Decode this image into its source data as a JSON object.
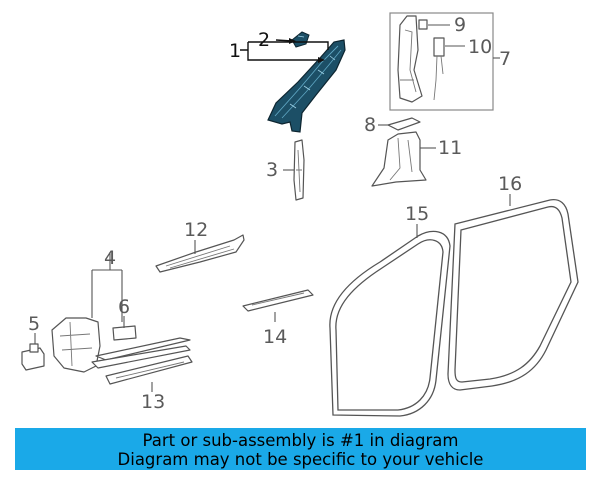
{
  "callouts": {
    "c1": "1",
    "c2": "2",
    "c3": "3",
    "c4": "4",
    "c5": "5",
    "c6": "6",
    "c7": "7",
    "c8": "8",
    "c9": "9",
    "c10": "10",
    "c11": "11",
    "c12": "12",
    "c13": "13",
    "c14": "14",
    "c15": "15",
    "c16": "16"
  },
  "highlight_color": "#1c4f66",
  "banner": {
    "line1": "Part or sub-assembly is #1 in diagram",
    "line2": "Diagram may not be specific to your vehicle",
    "color": "#1aa9e8"
  }
}
